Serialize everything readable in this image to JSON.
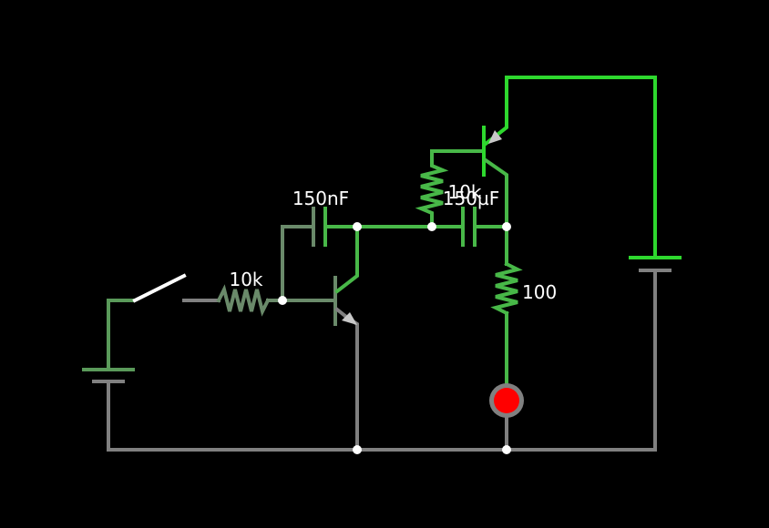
{
  "colors": {
    "background": "#000000",
    "wire_gray": "#808080",
    "wire_dim_green": "#5a9a5a",
    "wire_mid_green": "#48b848",
    "wire_bright_green": "#2ed82e",
    "switch": "#ffffff",
    "node": "#ffffff",
    "lamp_fill": "#ff0000",
    "lamp_ring": "#808080",
    "text": "#ffffff"
  },
  "components": {
    "battery_left": {
      "type": "battery",
      "label": ""
    },
    "switch": {
      "type": "switch",
      "state": "open",
      "label": ""
    },
    "resistor_base": {
      "type": "resistor",
      "label": "10k"
    },
    "capacitor_1": {
      "type": "capacitor",
      "label": "150nF"
    },
    "transistor_npn": {
      "type": "npn-transistor",
      "label": ""
    },
    "resistor_bias": {
      "type": "resistor",
      "label": "10k"
    },
    "capacitor_2": {
      "type": "capacitor",
      "label": "150µF"
    },
    "transistor_pnp": {
      "type": "pnp-transistor",
      "label": ""
    },
    "resistor_load": {
      "type": "resistor",
      "label": "100"
    },
    "lamp": {
      "type": "lamp",
      "state": "on",
      "label": ""
    },
    "battery_right": {
      "type": "battery",
      "label": ""
    }
  }
}
